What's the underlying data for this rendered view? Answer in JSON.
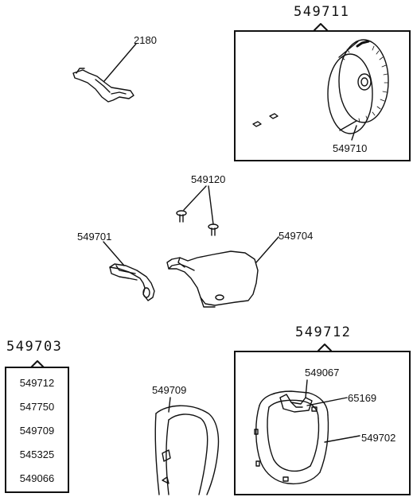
{
  "labels": {
    "part_2180": "2180",
    "kit_549711": "549711",
    "part_549710": "549710",
    "part_549120": "549120",
    "part_549701": "549701",
    "part_549704": "549704",
    "kit_549703": "549703",
    "kit_549712": "549712",
    "part_549709": "549709",
    "part_549067": "549067",
    "part_65169": "65169",
    "part_549702": "549702"
  },
  "kit_549703_contents": [
    "549712",
    "547750",
    "549709",
    "545325",
    "549066"
  ]
}
